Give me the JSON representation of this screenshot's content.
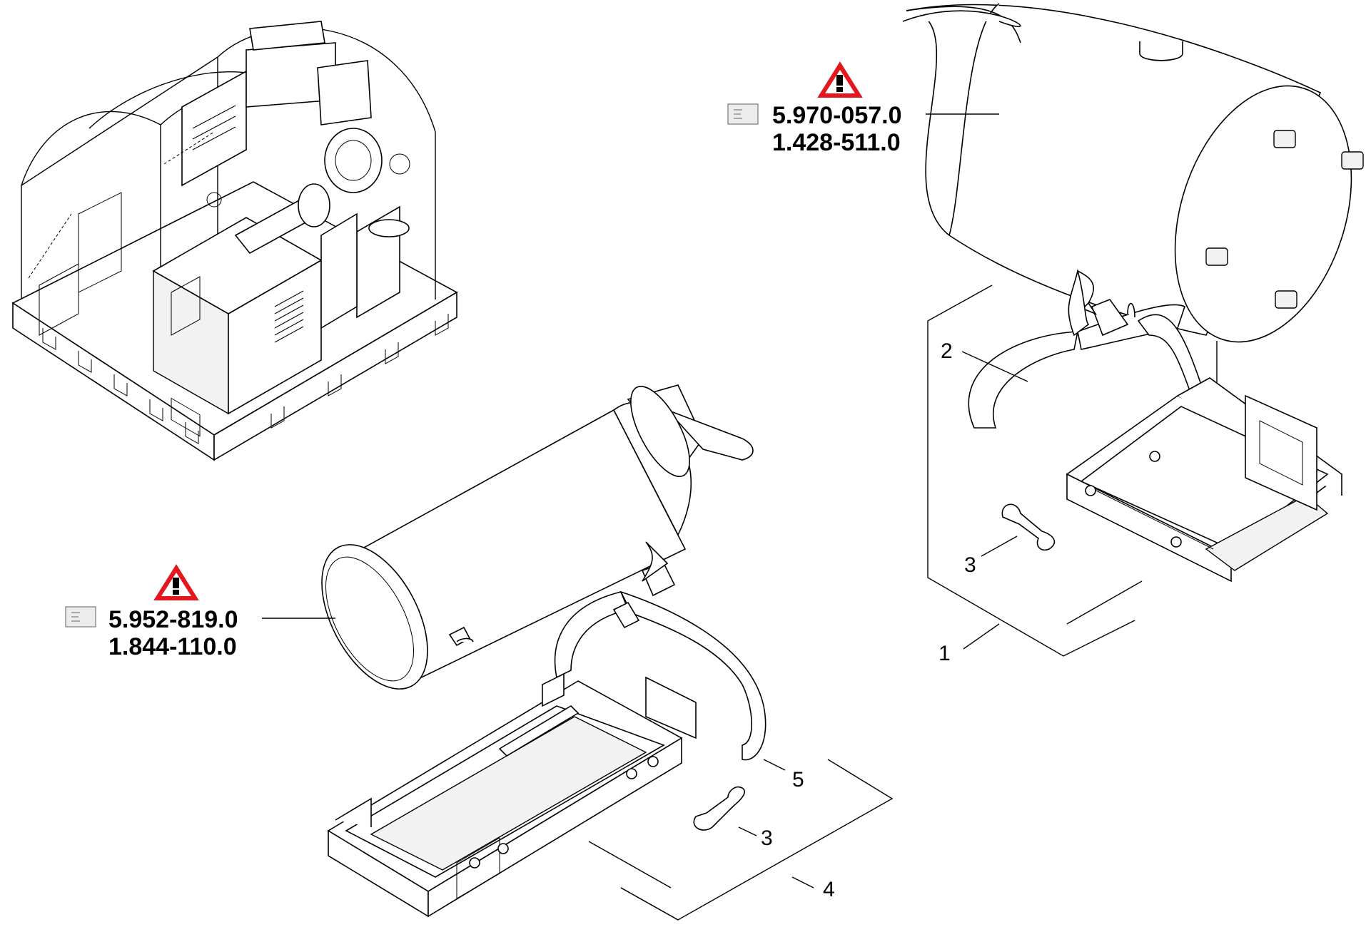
{
  "references": {
    "top": {
      "part_numbers": [
        "5.970-057.0",
        "1.428-511.0"
      ],
      "icons": [
        "warning-triangle-icon",
        "document-icon"
      ]
    },
    "left": {
      "part_numbers": [
        "5.952-819.0",
        "1.844-110.0"
      ],
      "icons": [
        "warning-triangle-icon",
        "document-icon"
      ]
    }
  },
  "callouts": {
    "right_group": {
      "item_1": "1",
      "item_2": "2",
      "item_3": "3"
    },
    "left_group": {
      "item_3": "3",
      "item_4": "4",
      "item_5": "5"
    }
  },
  "colors": {
    "warning_fill": "#e3181f",
    "line": "#000000",
    "background": "#ffffff"
  }
}
